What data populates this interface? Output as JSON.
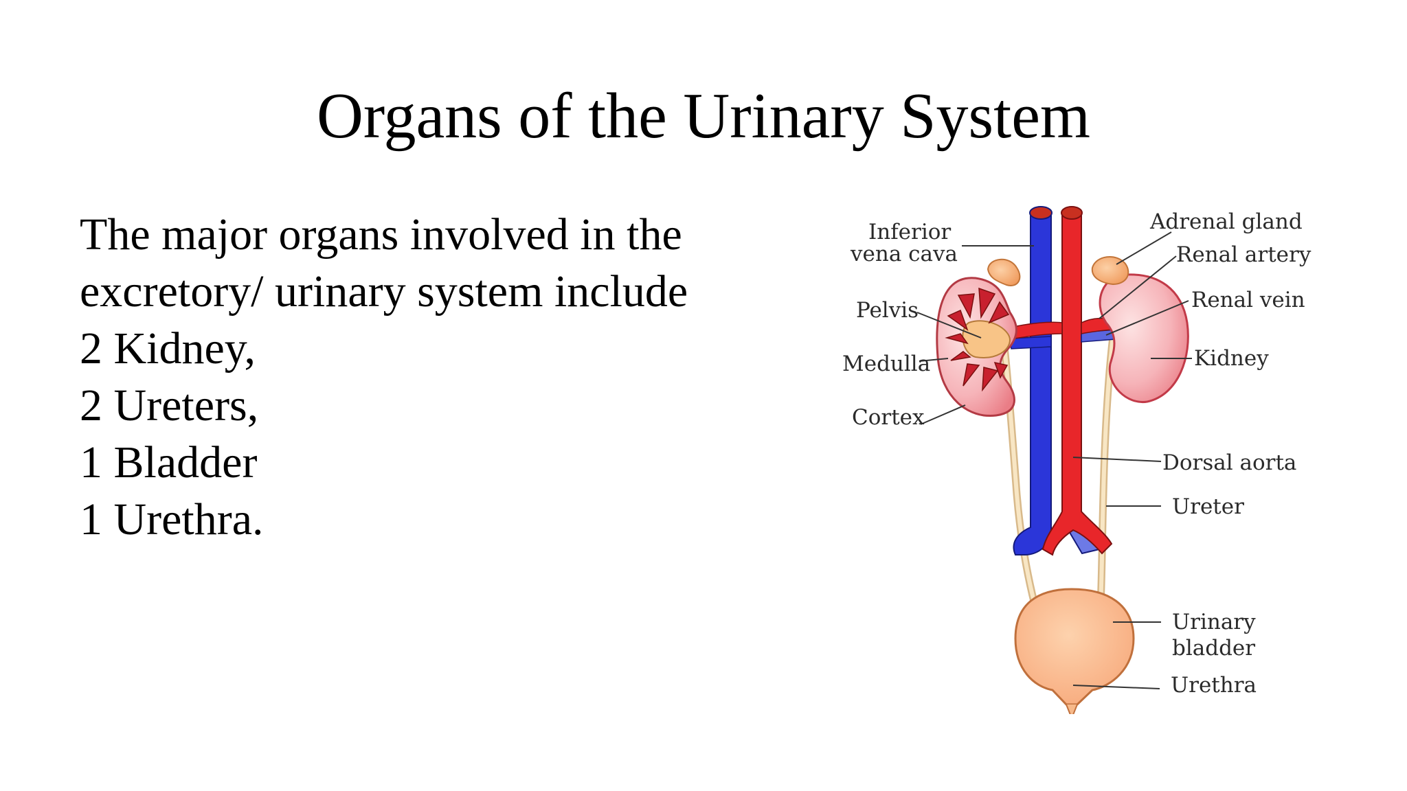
{
  "slide": {
    "title": "Organs of the Urinary System",
    "body_lines": [
      "The major organs involved in the",
      "excretory/ urinary system include",
      "2 Kidney,",
      "2 Ureters,",
      "1 Bladder",
      "1 Urethra."
    ]
  },
  "diagram": {
    "labels": {
      "inferior_vena_cava_line1": "Inferior",
      "inferior_vena_cava_line2": "vena cava",
      "adrenal_gland": "Adrenal gland",
      "renal_artery": "Renal artery",
      "renal_vein": "Renal vein",
      "pelvis": "Pelvis",
      "medulla": "Medulla",
      "cortex": "Cortex",
      "kidney": "Kidney",
      "dorsal_aorta": "Dorsal aorta",
      "ureter": "Ureter",
      "urinary_bladder_line1": "Urinary",
      "urinary_bladder_line2": "bladder",
      "urethra": "Urethra"
    },
    "colors": {
      "vena_cava": "#2b36d9",
      "aorta": "#e8262a",
      "kidney_pink": "#f5b3b8",
      "medulla_red": "#c8202e",
      "adrenal_orange": "#f7b98a",
      "ureter_tan": "#f3d9ae",
      "bladder_peach": "#fbc39a"
    }
  }
}
